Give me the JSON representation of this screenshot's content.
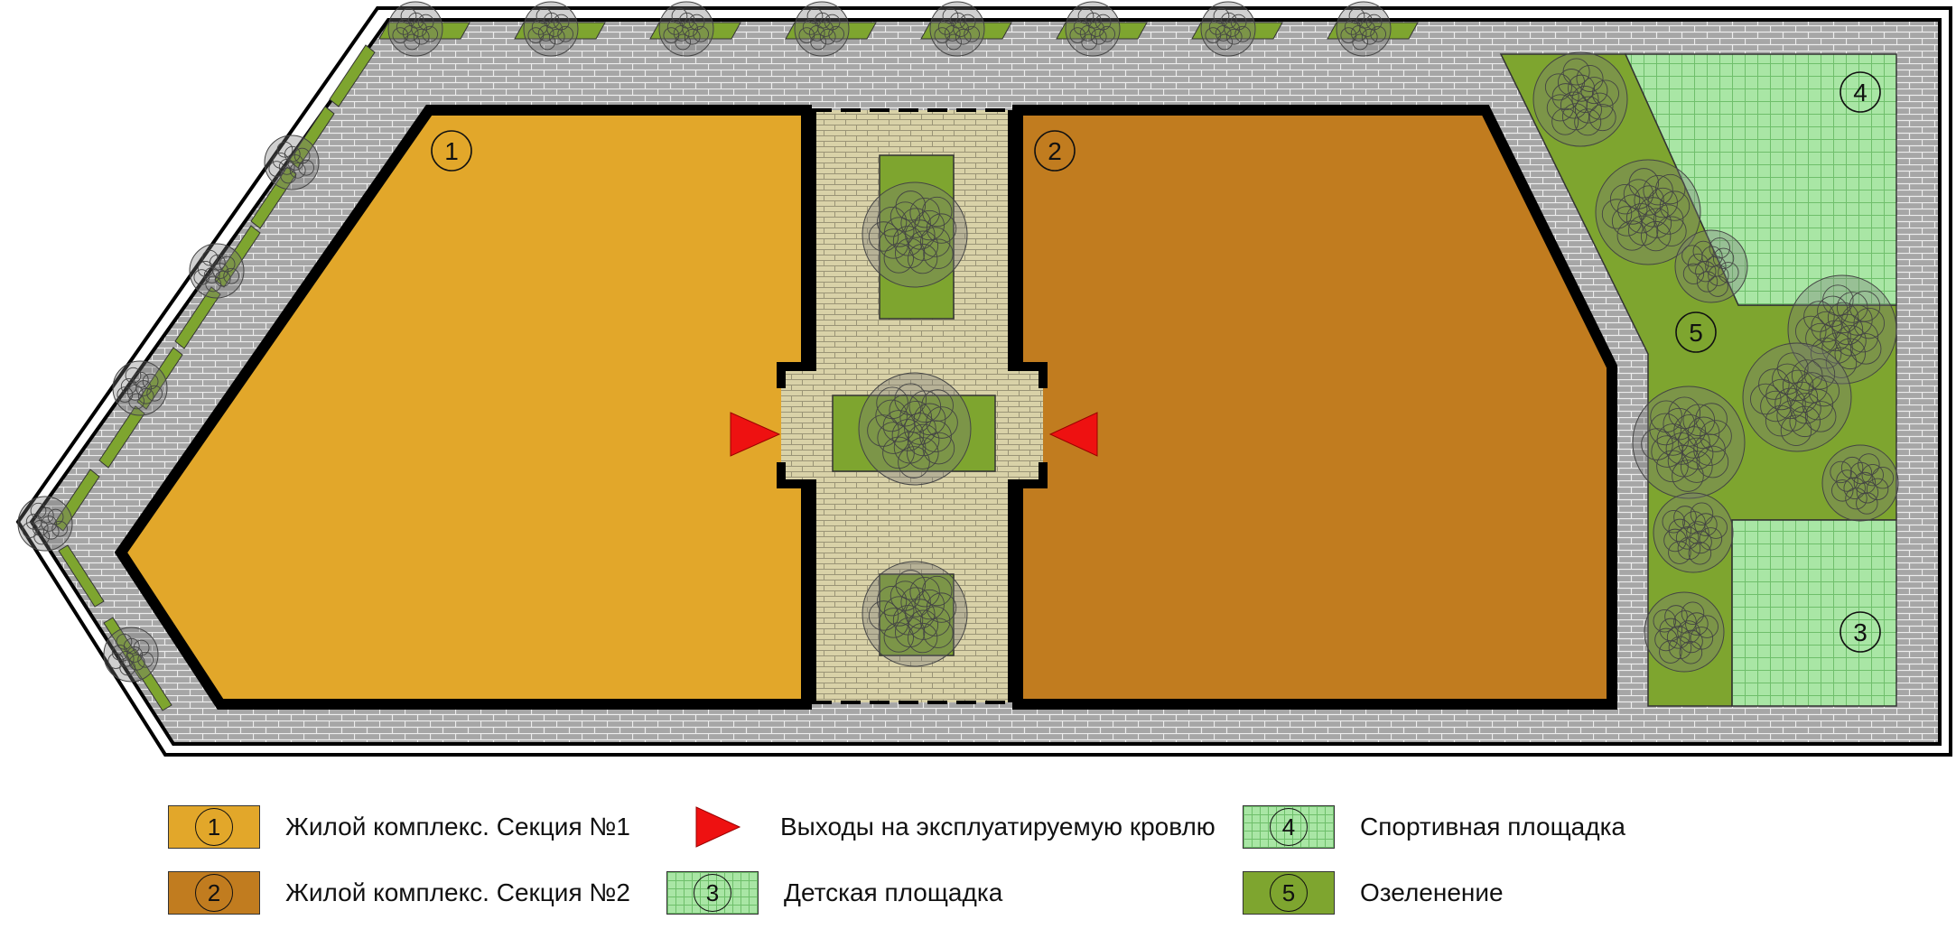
{
  "plan": {
    "zones": [
      {
        "id": "1",
        "label": "1",
        "color": "#e2a72a"
      },
      {
        "id": "2",
        "label": "2",
        "color": "#c17c1f"
      },
      {
        "id": "3",
        "label": "3",
        "color": "#a9e6a5"
      },
      {
        "id": "4",
        "label": "4",
        "color": "#a9e6a5"
      },
      {
        "id": "5",
        "label": "5",
        "color": "#7ea52f"
      }
    ],
    "colors": {
      "paving": "#a6a6a6",
      "courtyard": "#d9d2a8",
      "green": "#7ea52f",
      "sport": "#a9e6a5",
      "exit_marker": "#ee1111",
      "outline": "#000000"
    }
  },
  "legend": {
    "items": [
      {
        "key": "1",
        "text": "Жилой комплекс. Секция №1",
        "color": "#e2a72a"
      },
      {
        "key": "2",
        "text": "Жилой комплекс. Секция №2",
        "color": "#c17c1f"
      },
      {
        "key": "exit",
        "text": "Выходы на эксплуатируемую кровлю",
        "color": "#ee1111",
        "icon": "red-triangle-icon"
      },
      {
        "key": "3",
        "text": "Детская площадка",
        "color": "#a9e6a5"
      },
      {
        "key": "4",
        "text": "Спортивная площадка",
        "color": "#a9e6a5"
      },
      {
        "key": "5",
        "text": "Озеленение",
        "color": "#7ea52f"
      }
    ]
  }
}
